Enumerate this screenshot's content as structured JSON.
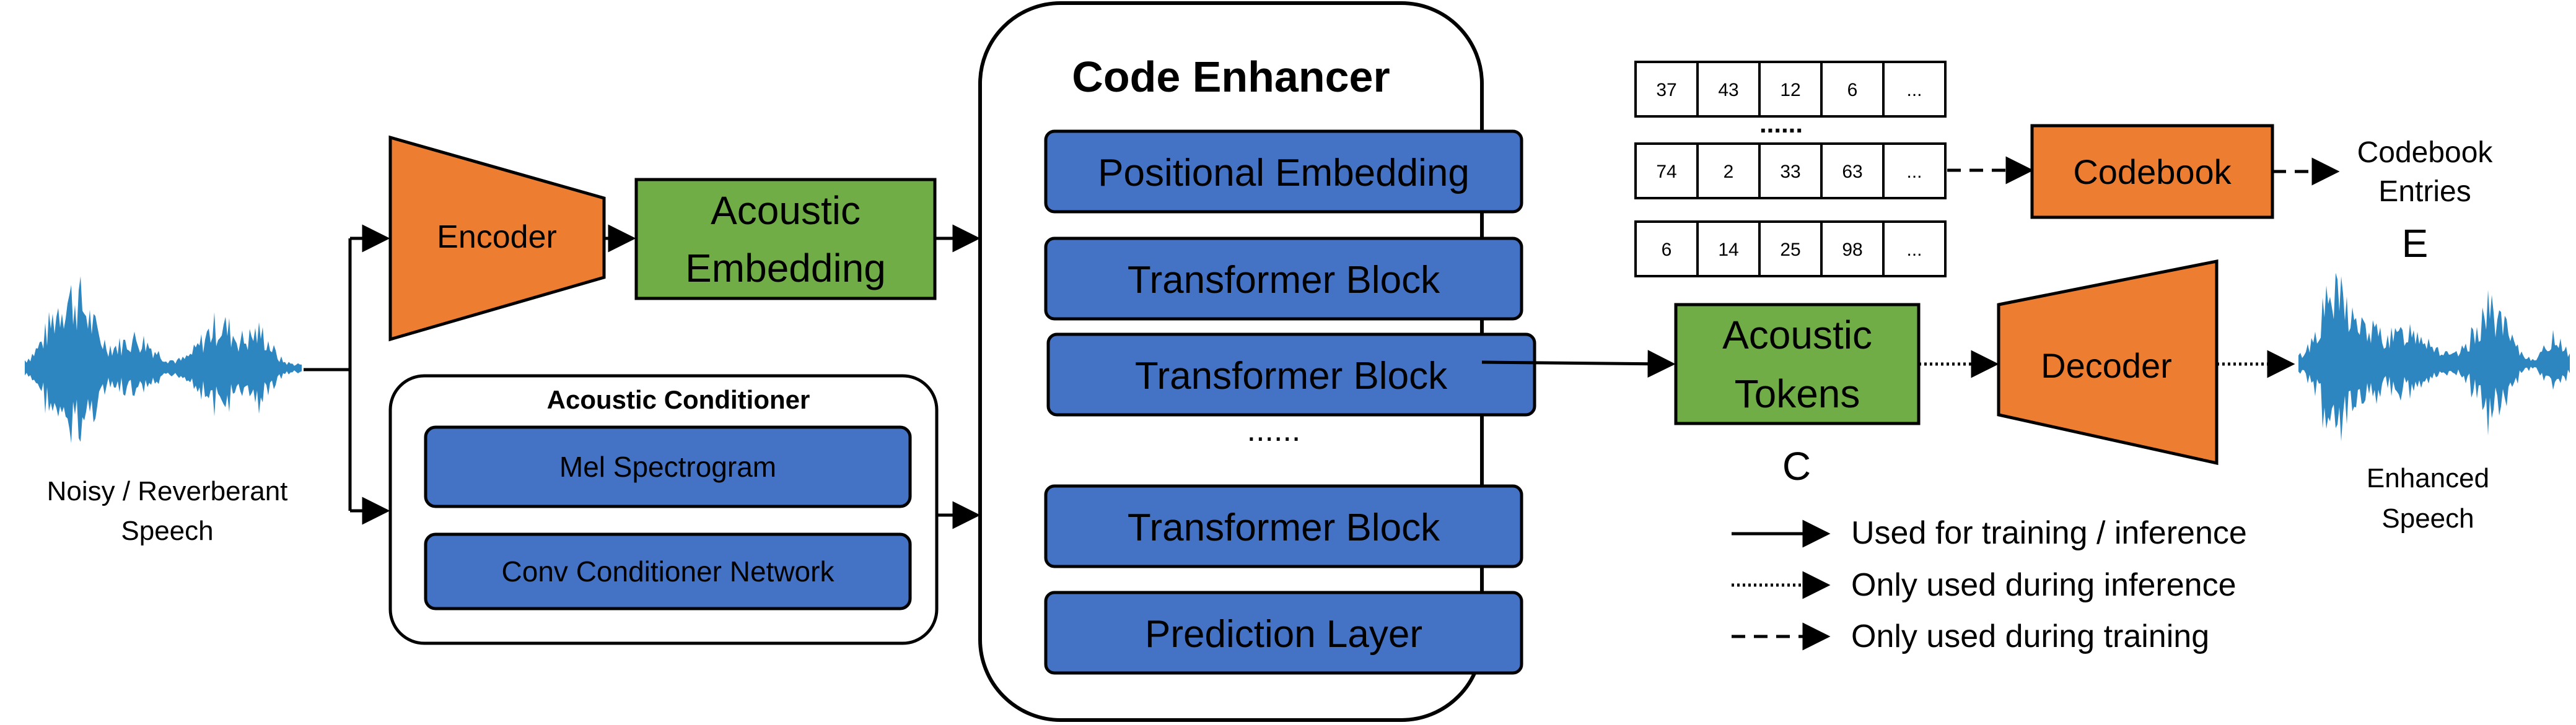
{
  "input": {
    "label_line1": "Noisy / Reverberant",
    "label_line2": "Speech"
  },
  "encoder": {
    "label": "Encoder"
  },
  "acoustic_embedding": {
    "line1": "Acoustic",
    "line2": "Embedding"
  },
  "conditioner": {
    "title": "Acoustic Conditioner",
    "blocks": [
      "Mel Spectrogram",
      "Conv Conditioner Network"
    ]
  },
  "code_enhancer": {
    "title": "Code Enhancer",
    "blocks": [
      "Positional Embedding",
      "Transformer Block",
      "Transformer Block",
      "Transformer Block",
      "Prediction Layer"
    ],
    "ellipsis": "......"
  },
  "token_grid": {
    "rows": [
      [
        "37",
        "43",
        "12",
        "6",
        "..."
      ],
      [
        "74",
        "2",
        "33",
        "63",
        "..."
      ],
      [
        "6",
        "14",
        "25",
        "98",
        "..."
      ]
    ],
    "dots": "......"
  },
  "codebook": {
    "label": "Codebook",
    "entries_line1": "Codebook",
    "entries_line2": "Entries",
    "symbol": "E"
  },
  "acoustic_tokens": {
    "line1": "Acoustic",
    "line2": "Tokens",
    "symbol": "C"
  },
  "decoder": {
    "label": "Decoder"
  },
  "output": {
    "label_line1": "Enhanced",
    "label_line2": "Speech"
  },
  "legend": {
    "items": [
      {
        "style": "solid",
        "label": "Used for training / inference"
      },
      {
        "style": "dotted",
        "label": "Only used during inference"
      },
      {
        "style": "dashed",
        "label": "Only used during training"
      }
    ]
  },
  "colors": {
    "blue_block": "#4472C4",
    "green_block": "#70AD47",
    "orange_block": "#ED7D31",
    "waveform": "#2E86C1"
  }
}
